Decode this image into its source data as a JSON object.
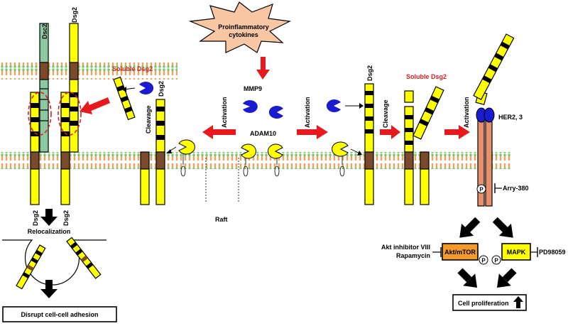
{
  "colors": {
    "dsg2": "#ffff00",
    "dsc2": "#8cc8a0",
    "mmp9": "#1a1ad0",
    "adam10": "#ffff00",
    "her": "#e8906a",
    "akt": "#f39a2c",
    "mapk": "#ffff00",
    "arrow_red": "#e8191d",
    "burst": "#f9c7a4",
    "membrane_head_green": "#7cc36a",
    "membrane_head_orange": "#e48d3a"
  },
  "labels": {
    "cytokines_l1": "Proinflammatory",
    "cytokines_l2": "cytokines",
    "mmp9": "MMP9",
    "adam10": "ADAM10",
    "activation": "Activation",
    "cleavage": "Cleavage",
    "soluble_dsg2": "Soluble Dsg2",
    "dsg2": "Dsg2",
    "dsc2": "Dsc2",
    "her": "HER2, 3",
    "arry": "Arry-380",
    "raft": "Raft",
    "relocalization": "Relocalization",
    "disrupt": "Disrupt cell-cell adhesion",
    "akt_inhib_l1": "Akt inhibitor VIII",
    "akt_inhib_l2": "Rapamycin",
    "akt_mtor": "Akt/mTOR",
    "mapk": "MAPK",
    "pd": "PD98059",
    "phospho": "P",
    "proliferation": "Cell proliferation"
  }
}
